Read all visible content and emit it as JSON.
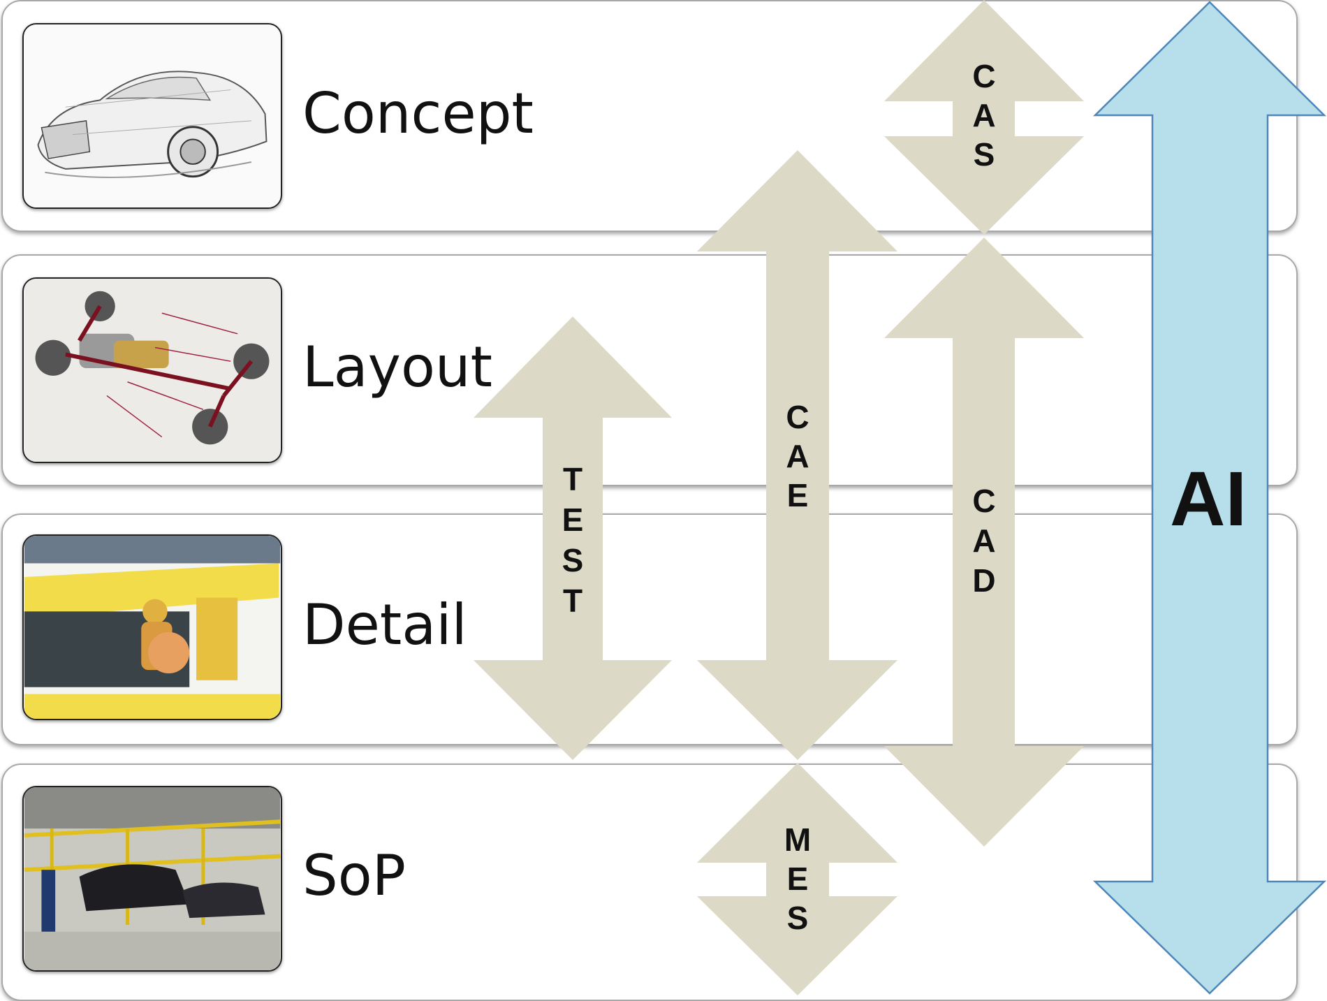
{
  "stages": [
    {
      "label": "Concept",
      "image": "car-sketch"
    },
    {
      "label": "Layout",
      "image": "drivetrain-layout"
    },
    {
      "label": "Detail",
      "image": "crash-test-interior"
    },
    {
      "label": "SoP",
      "image": "assembly-line"
    }
  ],
  "arrows": {
    "cas": "CAS",
    "cae": "CAE",
    "cad": "CAD",
    "test": "TEST",
    "mes": "MES",
    "ai": "AI"
  },
  "colors": {
    "arrow_fill": "#dcd9c6",
    "ai_fill": "#b7deeb",
    "ai_stroke": "#4d86b8"
  }
}
